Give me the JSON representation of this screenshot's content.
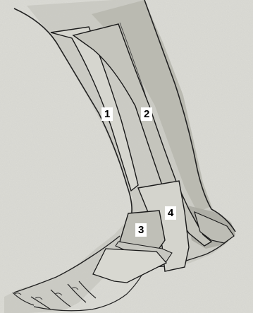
{
  "figure": {
    "labels": {
      "strip_1": "1",
      "strip_2": "2",
      "strip_3": "3",
      "strip_4": "4"
    }
  },
  "colors": {
    "paper": "#dcdcd6",
    "skin_shading": "#b8b8b0",
    "tape": "#c9c9c2",
    "tape_outline": "#1a1a1a",
    "ink": "#222222"
  }
}
